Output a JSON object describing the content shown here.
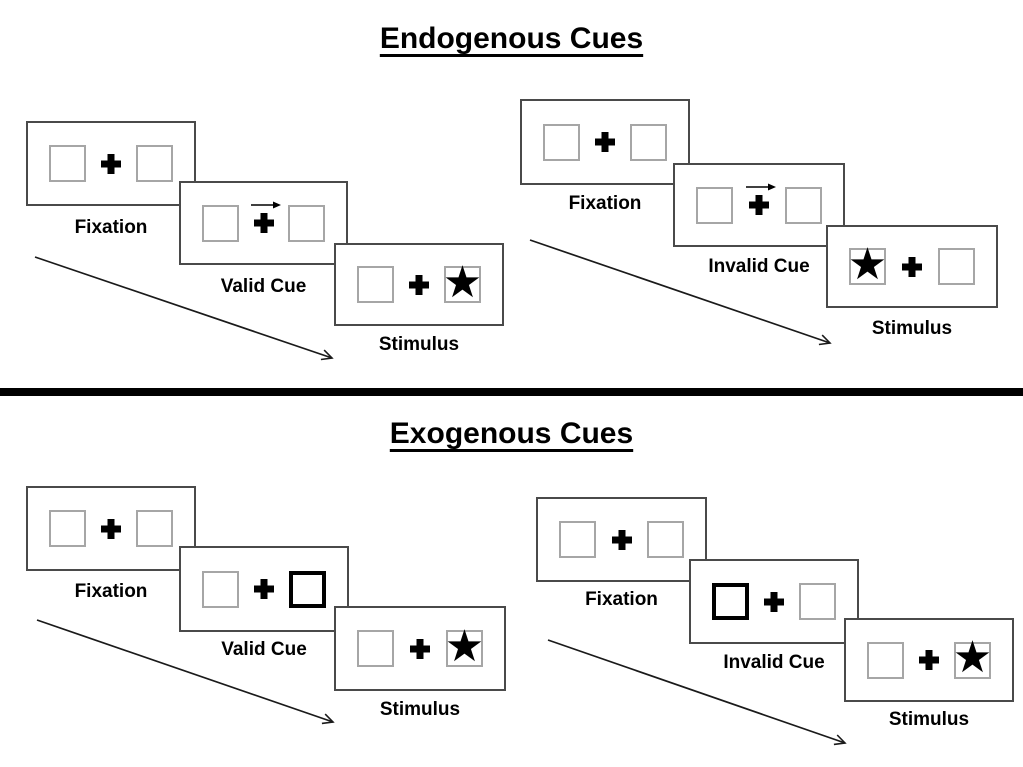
{
  "colors": {
    "background": "#ffffff",
    "panel_border": "#4a4a4a",
    "box_border": "#a6a6a6",
    "ink": "#000000"
  },
  "icons": {
    "star": {
      "name": "star-icon",
      "glyph": "★"
    },
    "plus": {
      "name": "fixation-cross-icon"
    },
    "cue_arrow": {
      "name": "cue-arrow-right-icon",
      "direction": "right"
    },
    "timeline_arrow": {
      "name": "timeline-arrow-icon",
      "direction": "down-right"
    }
  },
  "sections": [
    {
      "title": "Endogenous Cues",
      "groups": [
        {
          "condition": "valid",
          "panels": [
            {
              "label": "Fixation",
              "cue": "none",
              "stimulus_position": "none"
            },
            {
              "label": "Valid Cue",
              "cue": "arrow-right",
              "stimulus_position": "none"
            },
            {
              "label": "Stimulus",
              "cue": "none",
              "stimulus_position": "right"
            }
          ]
        },
        {
          "condition": "invalid",
          "panels": [
            {
              "label": "Fixation",
              "cue": "none",
              "stimulus_position": "none"
            },
            {
              "label": "Invalid Cue",
              "cue": "arrow-right",
              "stimulus_position": "none"
            },
            {
              "label": "Stimulus",
              "cue": "none",
              "stimulus_position": "left"
            }
          ]
        }
      ]
    },
    {
      "title": "Exogenous Cues",
      "groups": [
        {
          "condition": "valid",
          "panels": [
            {
              "label": "Fixation",
              "cue": "none",
              "stimulus_position": "none"
            },
            {
              "label": "Valid Cue",
              "cue": "box-right",
              "stimulus_position": "none"
            },
            {
              "label": "Stimulus",
              "cue": "none",
              "stimulus_position": "right"
            }
          ]
        },
        {
          "condition": "invalid",
          "panels": [
            {
              "label": "Fixation",
              "cue": "none",
              "stimulus_position": "none"
            },
            {
              "label": "Invalid Cue",
              "cue": "box-left",
              "stimulus_position": "none"
            },
            {
              "label": "Stimulus",
              "cue": "none",
              "stimulus_position": "right"
            }
          ]
        }
      ]
    }
  ]
}
